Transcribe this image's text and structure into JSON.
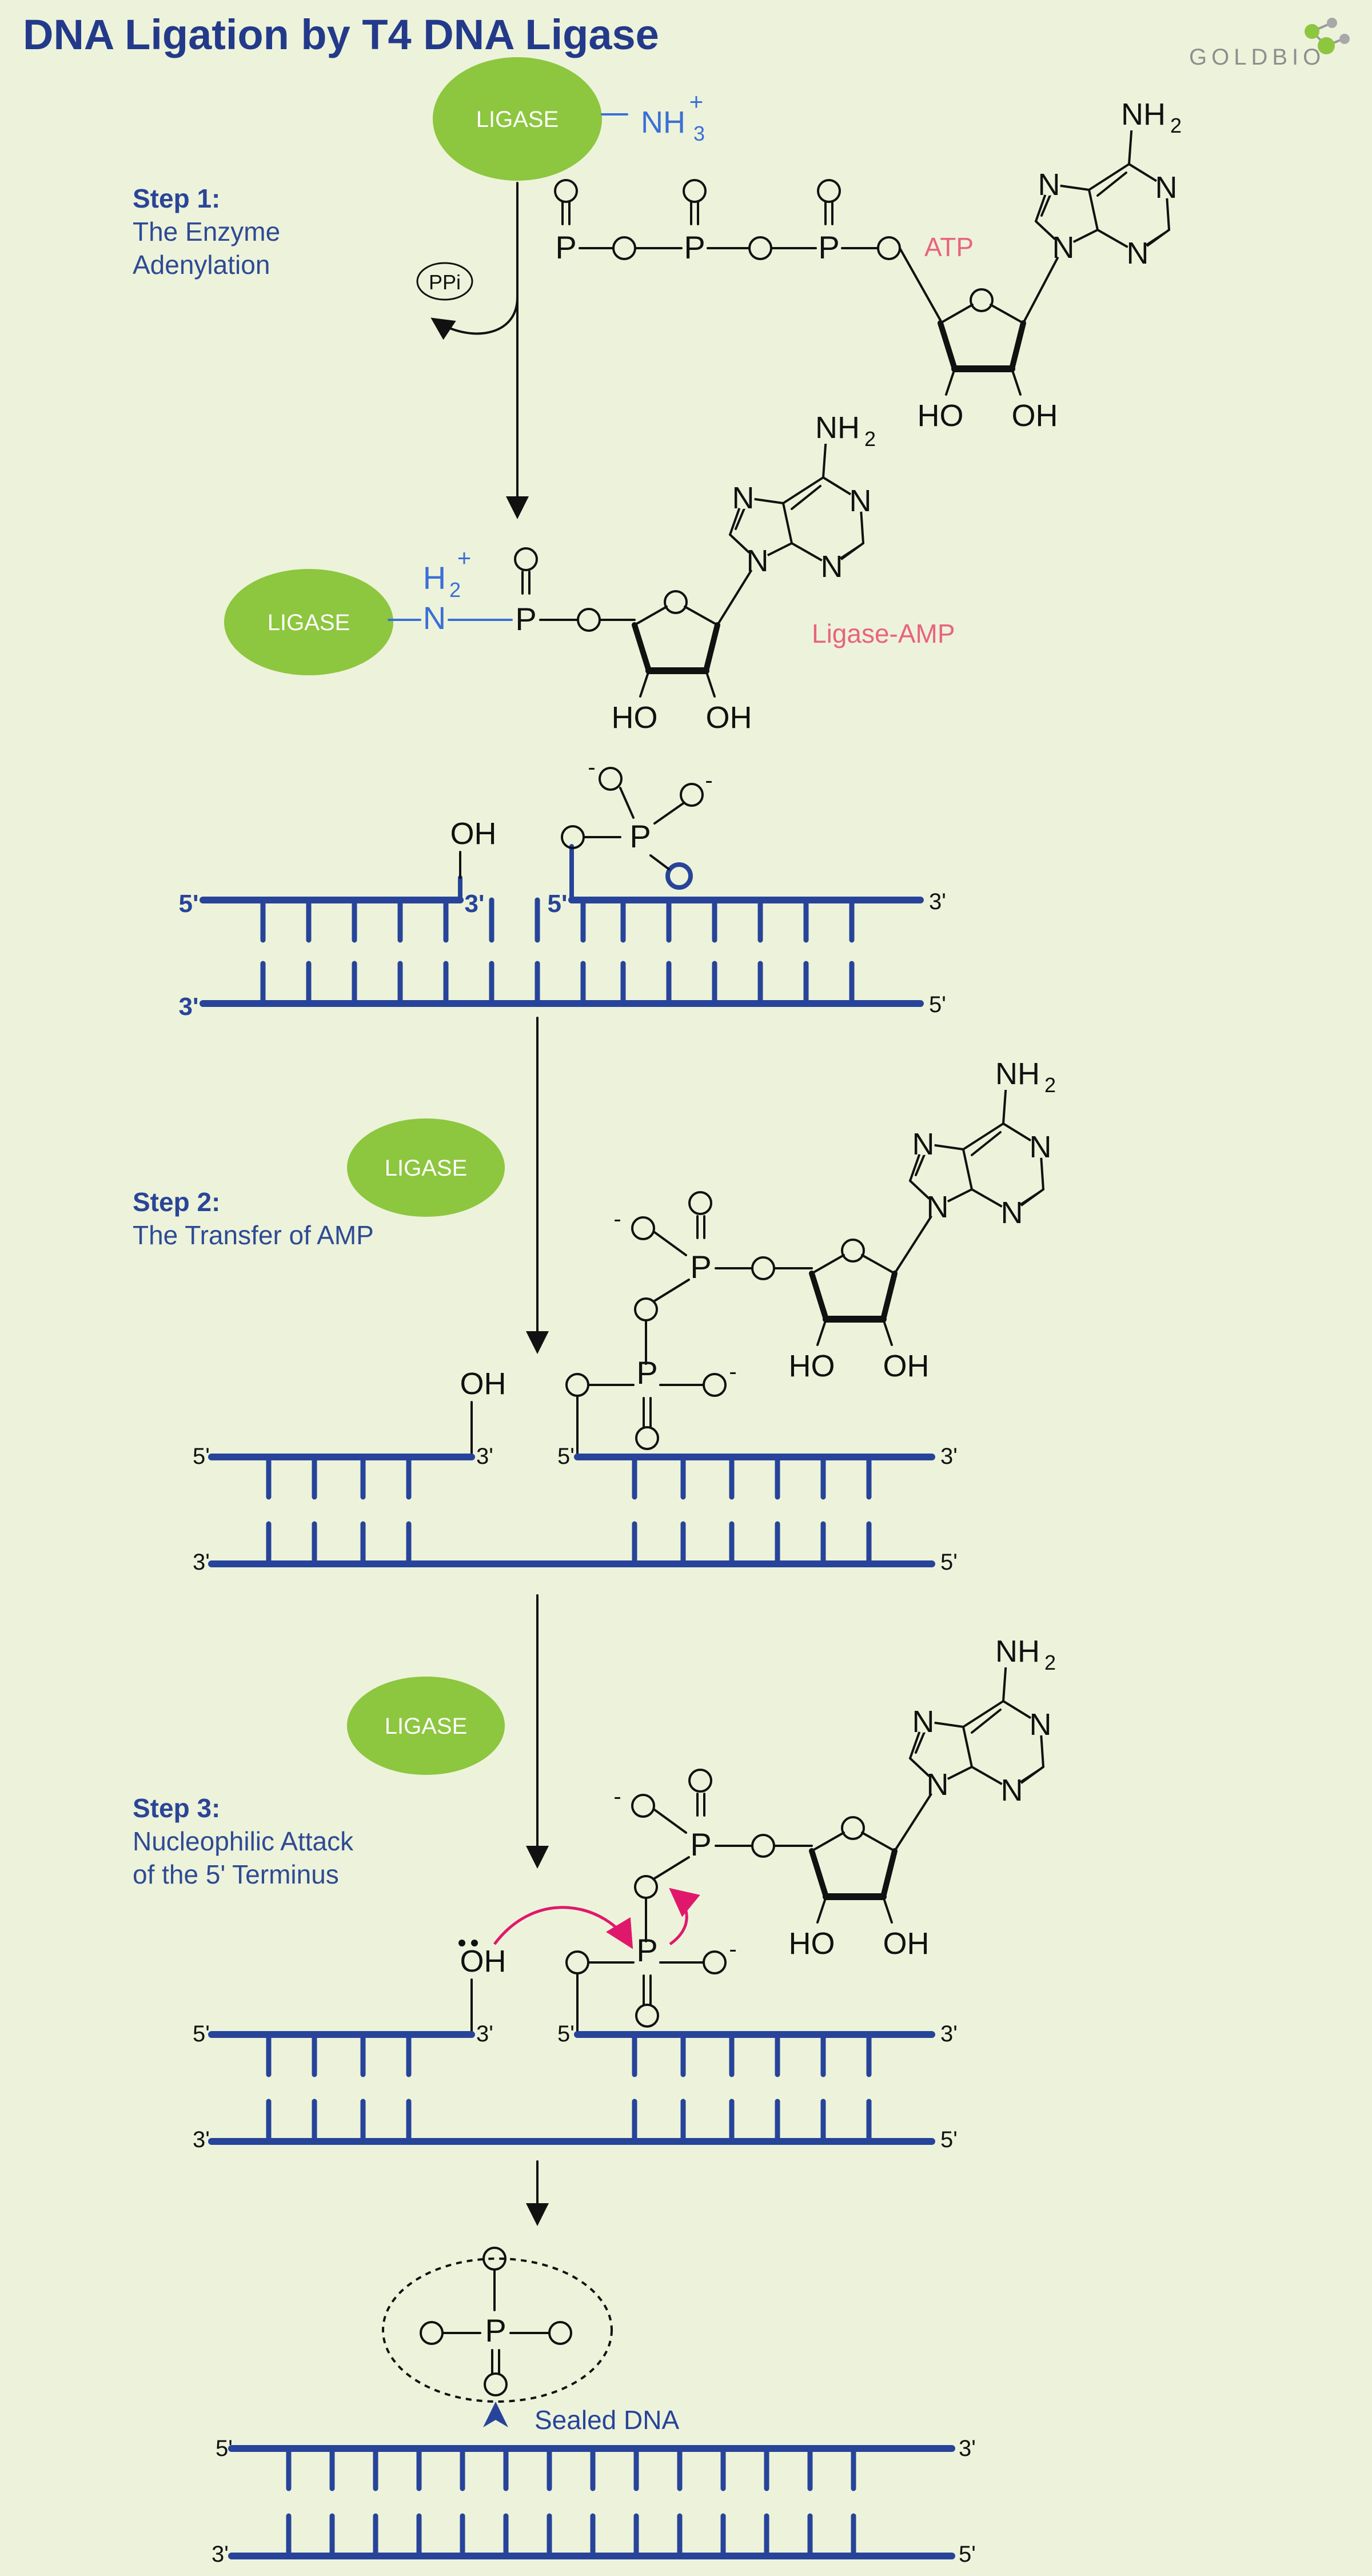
{
  "title": "DNA Ligation by T4 DNA Ligase",
  "logo": "GOLDBIO",
  "colors": {
    "background": "#EDF3DA",
    "title": "#233A8B",
    "ligase": "#8DC63F",
    "dna": "#27449A",
    "nitrogen": "#3A6FD8",
    "label": "#E8647E",
    "arrow_red": "#E0186C"
  },
  "steps": [
    {
      "heading": "Step 1:",
      "lines": [
        "The Enzyme",
        "Adenylation"
      ]
    },
    {
      "heading": "Step 2:",
      "lines": [
        "The Transfer of AMP"
      ]
    },
    {
      "heading": "Step 3:",
      "lines": [
        "Nucleophilic Attack",
        "of the 5' Terminus"
      ]
    }
  ],
  "ligase_label": "LIGASE",
  "atp_label": "ATP",
  "ligase_amp_label": "Ligase-AMP",
  "ppi_label": "PPi",
  "sealed_label": "Sealed DNA",
  "ends": {
    "five": "5'",
    "three": "3'"
  }
}
